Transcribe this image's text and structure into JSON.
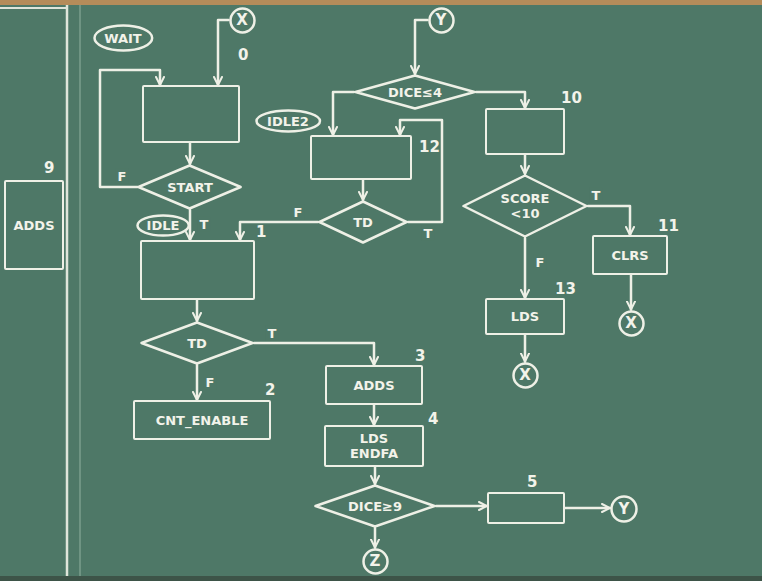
{
  "diagram": {
    "nodes": [
      {
        "text": [
          "WAIT"
        ]
      },
      {
        "text": [
          "X"
        ]
      },
      {
        "text": [
          "0"
        ]
      },
      {
        "text": [
          "START"
        ]
      },
      {
        "text": [
          "IDLE"
        ]
      },
      {
        "text": [
          "1"
        ]
      },
      {
        "text": [
          "TD"
        ]
      },
      {
        "text": [
          "CNT_ENABLE",
          "2"
        ]
      },
      {
        "text": [
          "ADDS",
          "3"
        ]
      },
      {
        "text": [
          "LDS ENDFA",
          "4"
        ]
      },
      {
        "text": [
          "DICE≥9"
        ]
      },
      {
        "text": [
          "5"
        ]
      },
      {
        "text": [
          "Y"
        ]
      },
      {
        "text": [
          "Z"
        ]
      },
      {
        "text": [
          "Y"
        ]
      },
      {
        "text": [
          "DICE≤4"
        ]
      },
      {
        "text": [
          "IDLE2"
        ]
      },
      {
        "text": [
          "12"
        ]
      },
      {
        "text": [
          "TD"
        ]
      },
      {
        "text": [
          "10"
        ]
      },
      {
        "text": [
          "SCORE <10"
        ]
      },
      {
        "text": [
          "CLRS",
          "11"
        ]
      },
      {
        "text": [
          "X"
        ]
      },
      {
        "text": [
          "LDS",
          "13"
        ]
      },
      {
        "text": [
          "X"
        ]
      },
      {
        "text": [
          "ADDS",
          "9"
        ]
      }
    ],
    "edges": [
      {
        "from": 1,
        "to": 2,
        "arrow": "to"
      },
      {
        "from": 3,
        "to": 2,
        "label": "F",
        "arrow": "to"
      },
      {
        "from": 3,
        "to": 5,
        "label": "T",
        "arrow": "to"
      },
      {
        "from": 6,
        "to": 7,
        "label": "F",
        "arrow": "to"
      },
      {
        "from": 6,
        "to": 8,
        "label": "T",
        "arrow": "to"
      },
      {
        "from": 8,
        "to": 9,
        "arrow": "to"
      },
      {
        "from": 9,
        "to": 10,
        "arrow": "to"
      },
      {
        "from": 10,
        "to": 11,
        "arrow": "to"
      },
      {
        "from": 11,
        "to": 12,
        "arrow": "to"
      },
      {
        "from": 10,
        "to": 13,
        "arrow": "to"
      },
      {
        "from": 14,
        "to": 15,
        "arrow": "to"
      },
      {
        "from": 15,
        "to": 17,
        "arrow": "to"
      },
      {
        "from": 15,
        "to": 19,
        "arrow": "to"
      },
      {
        "from": 17,
        "to": 18,
        "arrow": "to"
      },
      {
        "from": 18,
        "to": 17,
        "label": "T",
        "arrow": "to"
      },
      {
        "from": 18,
        "to": 5,
        "label": "F",
        "arrow": "to"
      },
      {
        "from": 19,
        "to": 20,
        "arrow": "to"
      },
      {
        "from": 20,
        "to": 21,
        "label": "T",
        "arrow": "to"
      },
      {
        "from": 20,
        "to": 23,
        "label": "F",
        "arrow": "to"
      },
      {
        "from": 21,
        "to": 22,
        "arrow": "to"
      },
      {
        "from": 23,
        "to": 24,
        "arrow": "to"
      },
      {
        "from": 5,
        "to": 6,
        "arrow": "to"
      },
      {
        "from": 2,
        "to": 3,
        "arrow": "to"
      }
    ]
  }
}
